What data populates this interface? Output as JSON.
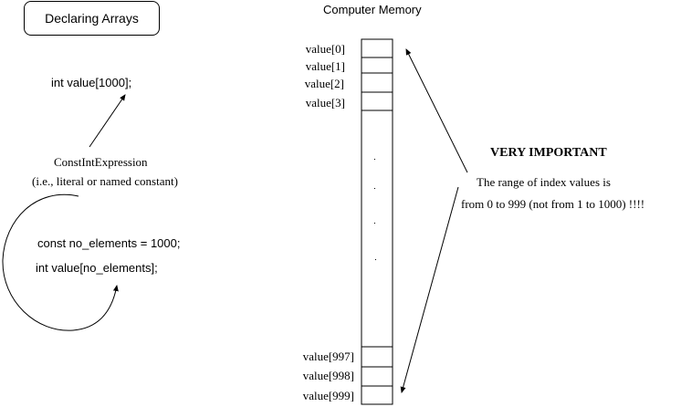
{
  "title": "Declaring Arrays",
  "declaration_literal": "int value[1000];",
  "const_int_expression": {
    "heading": "ConstIntExpression",
    "note": "(i.e., literal or named constant)"
  },
  "declaration_named": {
    "line1": "const no_elements = 1000;",
    "line2": "int value[no_elements];"
  },
  "memory": {
    "heading": "Computer Memory",
    "cells_top": [
      "value[0]",
      "value[1]",
      "value[2]",
      "value[3]"
    ],
    "cells_bottom": [
      "value[997]",
      "value[998]",
      "value[999]"
    ],
    "ellipsis": "...."
  },
  "callout": {
    "heading": "VERY IMPORTANT",
    "line1": "The range of index values is",
    "line2": "from 0 to 999 (not from 1 to 1000) !!!!"
  }
}
